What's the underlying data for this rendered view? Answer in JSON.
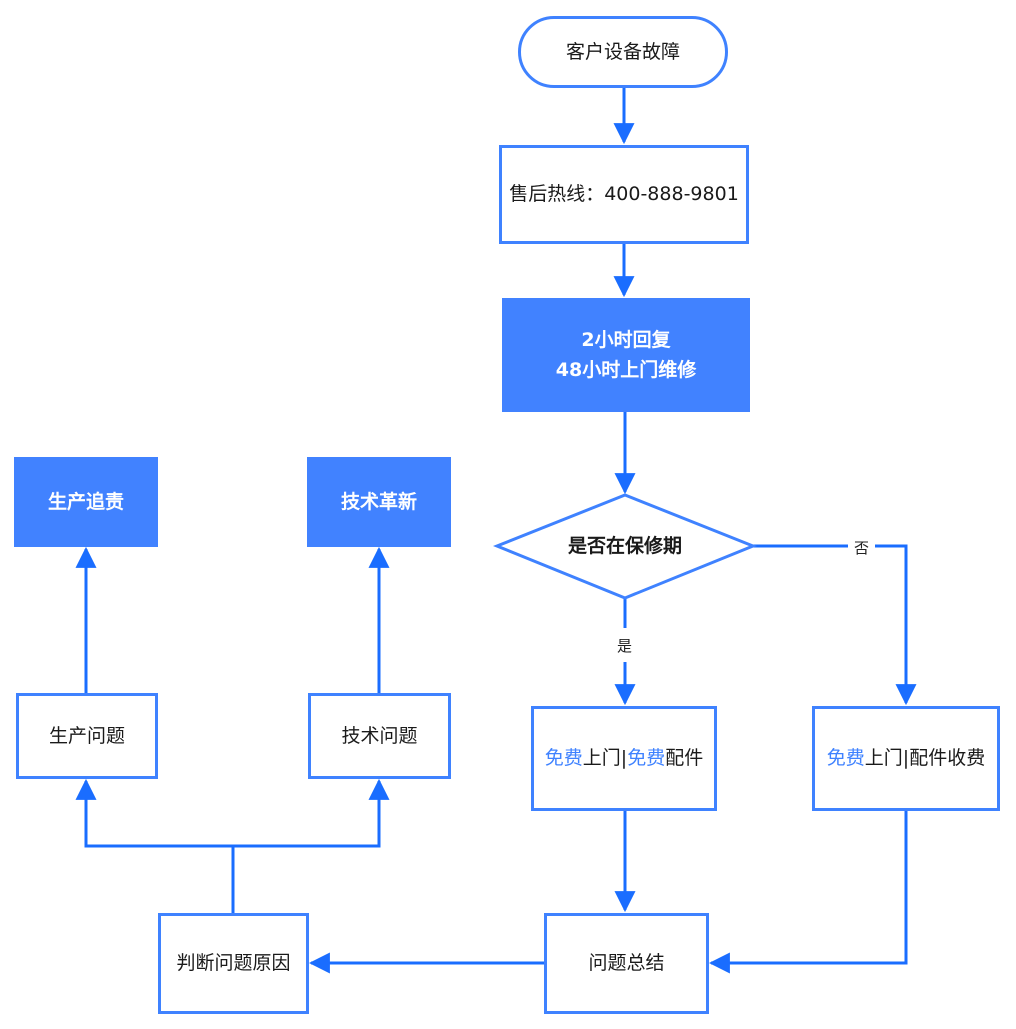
{
  "colors": {
    "accent": "#3f82ff",
    "filled_node": "#4182ff",
    "connector": "#1a6dff",
    "text": "#1a1a1a"
  },
  "nodes": {
    "start": {
      "label": "客户设备故障",
      "shape": "terminator"
    },
    "hotline": {
      "label": "售后热线：400-888-9801",
      "shape": "process"
    },
    "response": {
      "line1": "2小时回复",
      "line2": "48小时上门维修",
      "shape": "process-filled"
    },
    "warranty_check": {
      "label": "是否在保修期",
      "shape": "decision"
    },
    "free_service": {
      "parts": [
        {
          "text": "免费",
          "highlight": true
        },
        {
          "text": "上门|",
          "highlight": false
        },
        {
          "text": "免费",
          "highlight": true
        },
        {
          "text": "配件",
          "highlight": false
        }
      ]
    },
    "paid_service": {
      "parts": [
        {
          "text": "免费",
          "highlight": true
        },
        {
          "text": "上门|配件收费",
          "highlight": false
        }
      ]
    },
    "summary": {
      "label": "问题总结"
    },
    "judge_cause": {
      "label": "判断问题原因"
    },
    "production_issue": {
      "label": "生产问题"
    },
    "technical_issue": {
      "label": "技术问题"
    },
    "production_accountability": {
      "label": "生产追责",
      "shape": "process-filled"
    },
    "tech_innovation": {
      "label": "技术革新",
      "shape": "process-filled"
    }
  },
  "edges": {
    "yes_label": "是",
    "no_label": "否"
  }
}
